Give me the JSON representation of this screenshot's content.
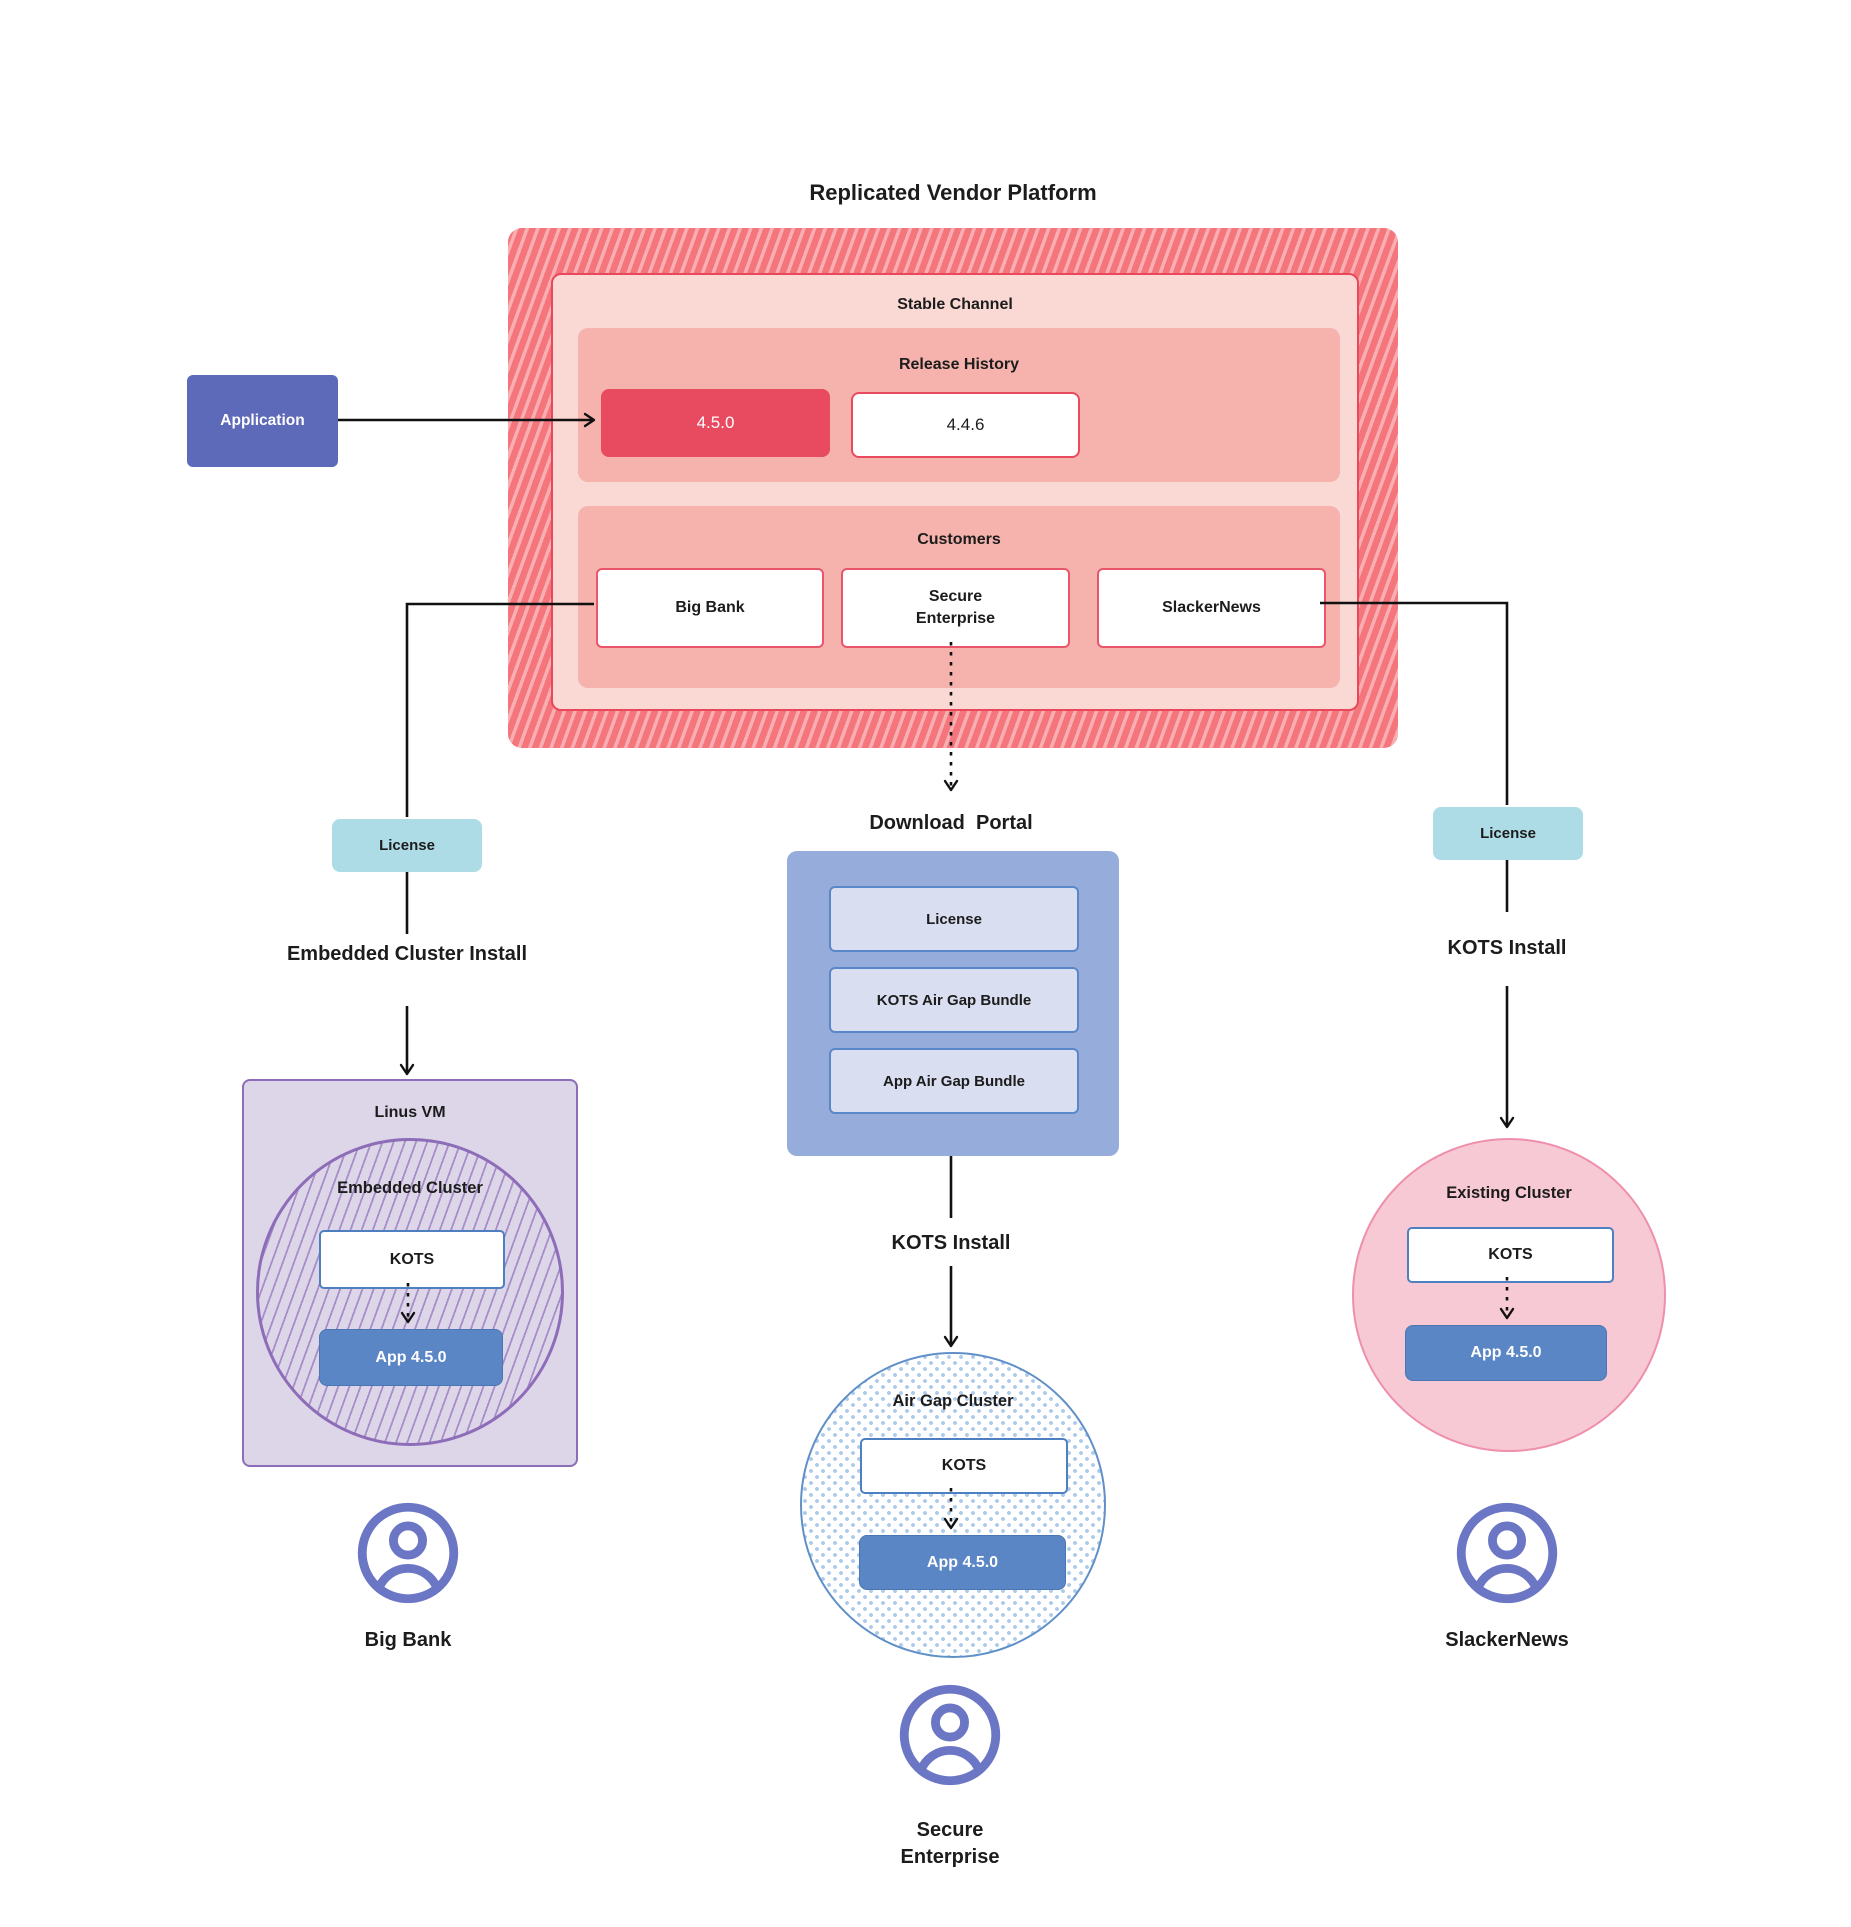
{
  "title": "Replicated Vendor Platform",
  "platform": {
    "stable_channel_label": "Stable Channel",
    "release_history_label": "Release History",
    "releases": [
      "4.5.0",
      "4.4.6"
    ],
    "customers_label": "Customers",
    "customers": [
      "Big Bank",
      "Secure Enterprise",
      "SlackerNews"
    ]
  },
  "application_label": "Application",
  "left_branch": {
    "license_label": "License",
    "install_label": "Embedded Cluster Install",
    "vm_label": "Linus VM",
    "cluster_label": "Embedded Cluster",
    "kots_label": "KOTS",
    "app_label": "App 4.5.0",
    "customer_name": "Big Bank"
  },
  "middle_branch": {
    "portal_title": "Download  Portal",
    "portal_items": [
      "License",
      "KOTS Air Gap Bundle",
      "App Air Gap Bundle"
    ],
    "install_label": "KOTS Install",
    "cluster_label": "Air Gap Cluster",
    "kots_label": "KOTS",
    "app_label": "App 4.5.0",
    "customer_name": "Secure Enterprise"
  },
  "right_branch": {
    "license_label": "License",
    "install_label": "KOTS Install",
    "cluster_label": "Existing Cluster",
    "kots_label": "KOTS",
    "app_label": "App 4.5.0",
    "customer_name": "SlackerNews"
  },
  "icons": {
    "user": "user-icon"
  },
  "colors": {
    "hatch_dark": "#F4757B",
    "hatch_light": "#F9AEB2",
    "stable_fill": "#FAD9D4",
    "inner_fill": "#F6B2AC",
    "release_accent": "#E84B60",
    "application_fill": "#5D69B9",
    "license_fill": "#ADDCE6",
    "portal_fill": "#96ADDB",
    "portal_item_fill": "#D9DEF0",
    "blue_border": "#4E7FC0",
    "app_fill": "#5A86C5",
    "vm_fill": "#DDD5E8",
    "purple_border": "#8D6CB8",
    "pink_fill": "#F7C9D4",
    "pink_border": "#EE8FAC",
    "dot_blue": "#AECBEA",
    "user_icon": "#6B76C5",
    "line": "#111111"
  }
}
